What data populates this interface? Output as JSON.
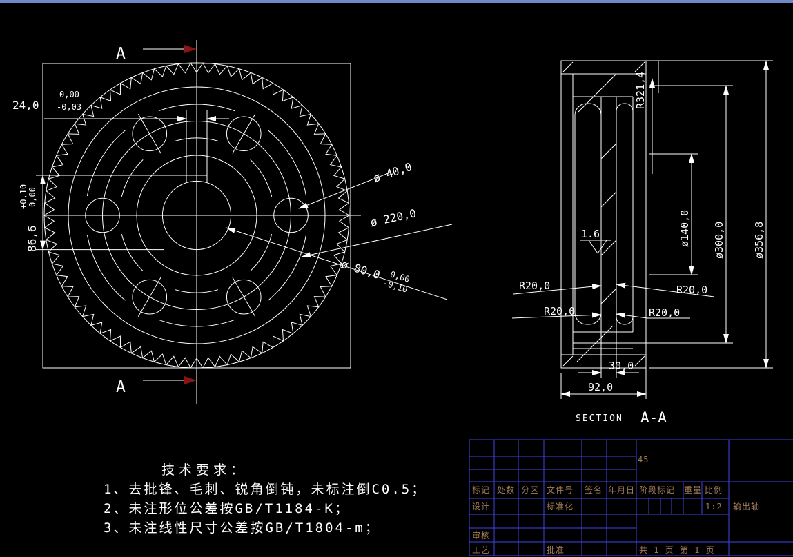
{
  "colors": {
    "background": "#000000",
    "line_color": "#ffffff",
    "section_arrow_color": "#8b1515",
    "table_line_color": "#4343e8",
    "table_text_color": "#a07a58",
    "top_strip_color": "#7089c8"
  },
  "front_view": {
    "section_label_top": "A",
    "section_label_bottom": "A",
    "dims": {
      "keyway_width": "24,0",
      "keyway_width_tol_upper": "0,00",
      "keyway_width_tol_lower": "-0,03",
      "keyway_height": "86,6",
      "keyway_height_tol_upper": "+0,10",
      "keyway_height_tol_lower": "0,00",
      "hole_diameter": "ø 40,0",
      "bolt_circle_diameter": "ø 220,0",
      "bore_diameter": "ø 80,0",
      "bore_tol_upper": "0,00",
      "bore_tol_lower": "-0,10"
    }
  },
  "section_view": {
    "caption_prefix": "SECTION",
    "caption": "A-A",
    "surface_roughness": "1.6",
    "dims": {
      "top_radius": "R321,4",
      "hub_diameter": "ø140,0",
      "rim_diameter": "ø300,0",
      "outer_diameter": "ø356,8",
      "web_thickness": "30,0",
      "overall_width": "92,0",
      "fillet_top_left": "R20,0",
      "fillet_mid_left": "R20,0",
      "fillet_mid_right": "R20,0",
      "fillet_top_right": "R20,0"
    }
  },
  "tech_requirements": {
    "heading": "技术要求：",
    "items": [
      "1、去批锋、毛刺、锐角倒钝，未标注倒C0.5；",
      "2、未注形位公差按GB/T1184-K；",
      "3、未注线性尺寸公差按GB/T1804-m；"
    ]
  },
  "title_block": {
    "material": "45",
    "part_name": "输出轴",
    "scale_value": "1:2",
    "pages": "共 1 页   第 1 页",
    "headers": {
      "mark": "标记",
      "count": "处数",
      "zone": "分区",
      "doc_no": "文件号",
      "signature": "签名",
      "date": "年月日",
      "stage_mark": "阶段标记",
      "weight": "重量",
      "scale": "比例"
    },
    "rows": {
      "design": "设计",
      "standardization": "标准化",
      "review": "审核",
      "process": "工艺",
      "approve": "批准"
    }
  }
}
